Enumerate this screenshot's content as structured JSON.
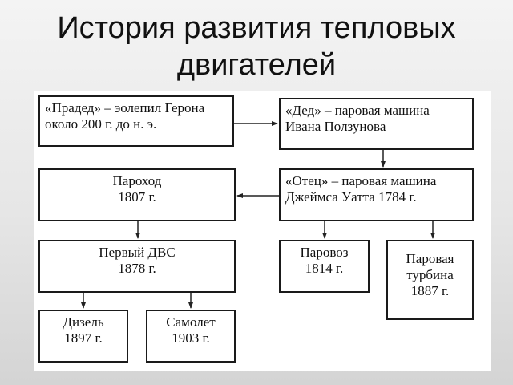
{
  "title": {
    "line1": "История развития тепловых",
    "line2": "двигателей"
  },
  "boxes": {
    "praded": {
      "line1": "«Прадед» – эолепил Герона",
      "line2": "около 200 г. до н. э."
    },
    "ded": {
      "line1": "«Дед» – паровая машина",
      "line2": "Ивана Ползунова"
    },
    "parohod": {
      "line1": "Пароход",
      "line2": "1807 г."
    },
    "otec": {
      "line1": "«Отец» – паровая машина",
      "line2": "Джеймса Уатта 1784 г."
    },
    "dvs": {
      "line1": "Первый ДВС",
      "line2": "1878 г."
    },
    "parovoz": {
      "line1": "Паровоз",
      "line2": "1814 г."
    },
    "turbina": {
      "line1": "Паровая",
      "line2": "турбина",
      "line3": "1887 г."
    },
    "dizel": {
      "line1": "Дизель",
      "line2": "1897 г."
    },
    "samolet": {
      "line1": "Самолет",
      "line2": "1903 г."
    }
  },
  "colors": {
    "stroke": "#1a1a1a",
    "arrow": "#222222"
  }
}
